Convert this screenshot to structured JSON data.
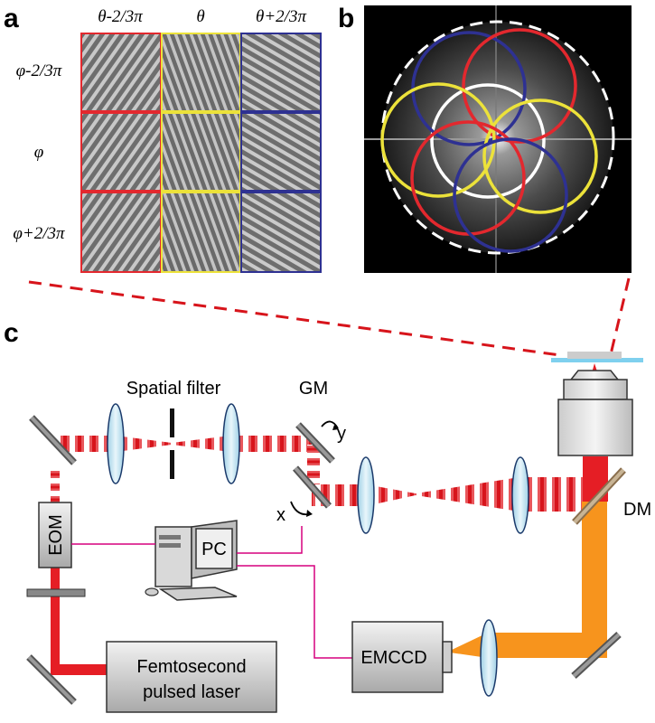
{
  "panels": {
    "a": "a",
    "b": "b",
    "c": "c"
  },
  "panel_a": {
    "col_headers": [
      "θ-2/3π",
      "θ",
      "θ+2/3π"
    ],
    "row_headers": [
      "φ-2/3π",
      "φ",
      "φ+2/3π"
    ],
    "column_colors": [
      "#e3282e",
      "#ece23a",
      "#2e3192"
    ]
  },
  "panel_b": {
    "circle_colors": {
      "red": "#e3282e",
      "yellow": "#ece23a",
      "blue": "#2e3192",
      "center": "#ffffff"
    }
  },
  "setup": {
    "spatial_filter": "Spatial filter",
    "gm": "GM",
    "axis_x": "x",
    "axis_y": "y",
    "eom": "EOM",
    "pc": "PC",
    "dm": "DM",
    "emccd": "EMCCD",
    "laser_line1": "Femtosecond",
    "laser_line2": "pulsed laser",
    "colors": {
      "beam_red": "#e51e25",
      "beam_orange": "#f7941d",
      "lens": "#cfe8f3",
      "wire": "#d6007e"
    }
  }
}
